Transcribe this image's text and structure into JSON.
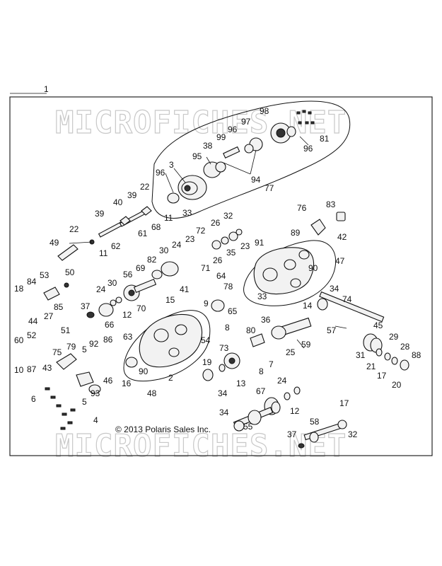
{
  "watermark": "MICROFICHES.NET",
  "copyright": "© 2013 Polaris Sales Inc.",
  "callouts": [
    "1",
    "98",
    "81",
    "96",
    "97",
    "96",
    "99",
    "38",
    "95",
    "3",
    "96",
    "94",
    "77",
    "33",
    "22",
    "39",
    "40",
    "11",
    "68",
    "61",
    "39",
    "62",
    "22",
    "11",
    "49",
    "83",
    "76",
    "42",
    "32",
    "26",
    "72",
    "23",
    "30",
    "24",
    "71",
    "35",
    "82",
    "26",
    "23",
    "91",
    "89",
    "47",
    "90",
    "69",
    "56",
    "50",
    "53",
    "84",
    "18",
    "85",
    "27",
    "24",
    "44",
    "30",
    "12",
    "70",
    "37",
    "66",
    "33",
    "41",
    "64",
    "78",
    "9",
    "65",
    "34",
    "74",
    "14",
    "15",
    "8",
    "63",
    "54",
    "36",
    "80",
    "57",
    "45",
    "73",
    "59",
    "51",
    "60",
    "52",
    "75",
    "79",
    "5",
    "92",
    "86",
    "10",
    "87",
    "43",
    "29",
    "31",
    "21",
    "28",
    "88",
    "17",
    "20",
    "19",
    "90",
    "2",
    "16",
    "48",
    "46",
    "13",
    "7",
    "8",
    "93",
    "6",
    "5",
    "34",
    "24",
    "67",
    "12",
    "4",
    "34",
    "55",
    "17",
    "58",
    "37",
    "32",
    "25"
  ]
}
